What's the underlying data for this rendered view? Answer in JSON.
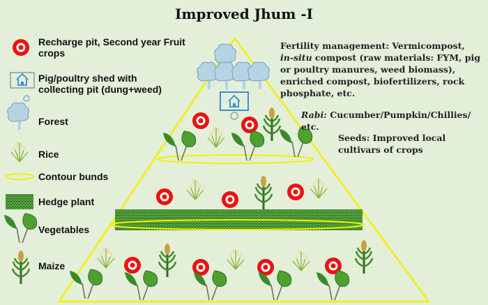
{
  "title": "Improved Jhum -I",
  "legend": [
    {
      "icon": "recharge-pit-icon",
      "label": "Recharge pit, Second year Fruit crops"
    },
    {
      "icon": "shed-icon",
      "label": "Pig/poultry shed with collecting pit (dung+weed)"
    },
    {
      "icon": "forest-icon",
      "label": "Forest"
    },
    {
      "icon": "rice-icon",
      "label": "Rice"
    },
    {
      "icon": "contour-bund-icon",
      "label": "Contour bunds"
    },
    {
      "icon": "hedge-icon",
      "label": "Hedge plant"
    },
    {
      "icon": "vegetable-icon",
      "label": "Vegetables"
    },
    {
      "icon": "maize-icon",
      "label": "Maize"
    }
  ],
  "notes": {
    "fertility_line1": "Fertility management: Vermicompost,",
    "fertility_italic": "in-situ",
    "fertility_rest": " compost (raw materials: FYM, pig or poultry manures, weed biomass), enriched compost, biofertilizers, rock phosphate, etc.",
    "rabi_label": "Rabi:",
    "rabi_text": " Cucumber/Pumpkin/Chillies/ etc.",
    "seeds": "Seeds: Improved local cultivars of crops"
  },
  "colors": {
    "background": "#e3efd9",
    "pyramid": "#f4f000",
    "pit": "#ee1111",
    "shed": "#3a8fd0"
  }
}
